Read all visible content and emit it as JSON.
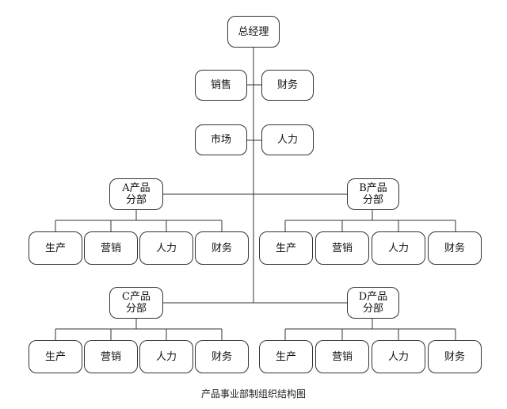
{
  "diagram": {
    "ceo": "总经理",
    "staff_row1": [
      "销售",
      "财务"
    ],
    "staff_row2": [
      "市场",
      "人力"
    ],
    "divisions": [
      {
        "name": "A产品\n分部",
        "units": [
          "生产",
          "营销",
          "人力",
          "财务"
        ]
      },
      {
        "name": "B产品\n分部",
        "units": [
          "生产",
          "营销",
          "人力",
          "财务"
        ]
      },
      {
        "name": "C产品\n分部",
        "units": [
          "生产",
          "营销",
          "人力",
          "财务"
        ]
      },
      {
        "name": "D产品\n分部",
        "units": [
          "生产",
          "营销",
          "人力",
          "财务"
        ]
      }
    ],
    "caption": "产品事业部制组织结构图"
  },
  "colors": {
    "line": "#333333",
    "box_border": "#333333"
  }
}
